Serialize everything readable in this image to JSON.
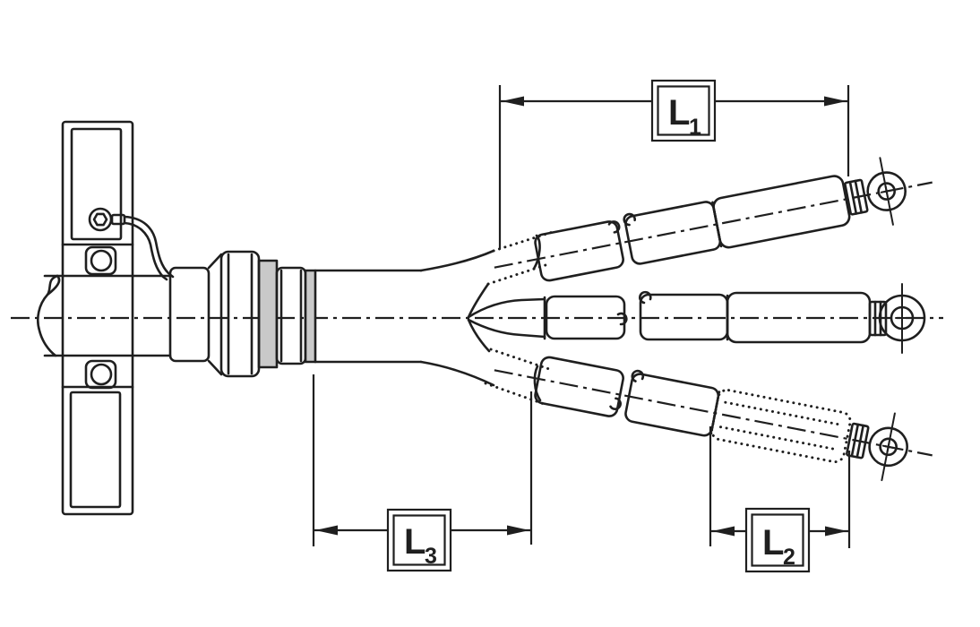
{
  "drawing": {
    "background": "#ffffff",
    "line_color": "#1f1f1f",
    "shade_color": "#c9c9c9",
    "dimension_labels": {
      "l1": {
        "main": "L",
        "sub": "1"
      },
      "l2": {
        "main": "L",
        "sub": "2"
      },
      "l3": {
        "main": "L",
        "sub": "3"
      }
    }
  }
}
